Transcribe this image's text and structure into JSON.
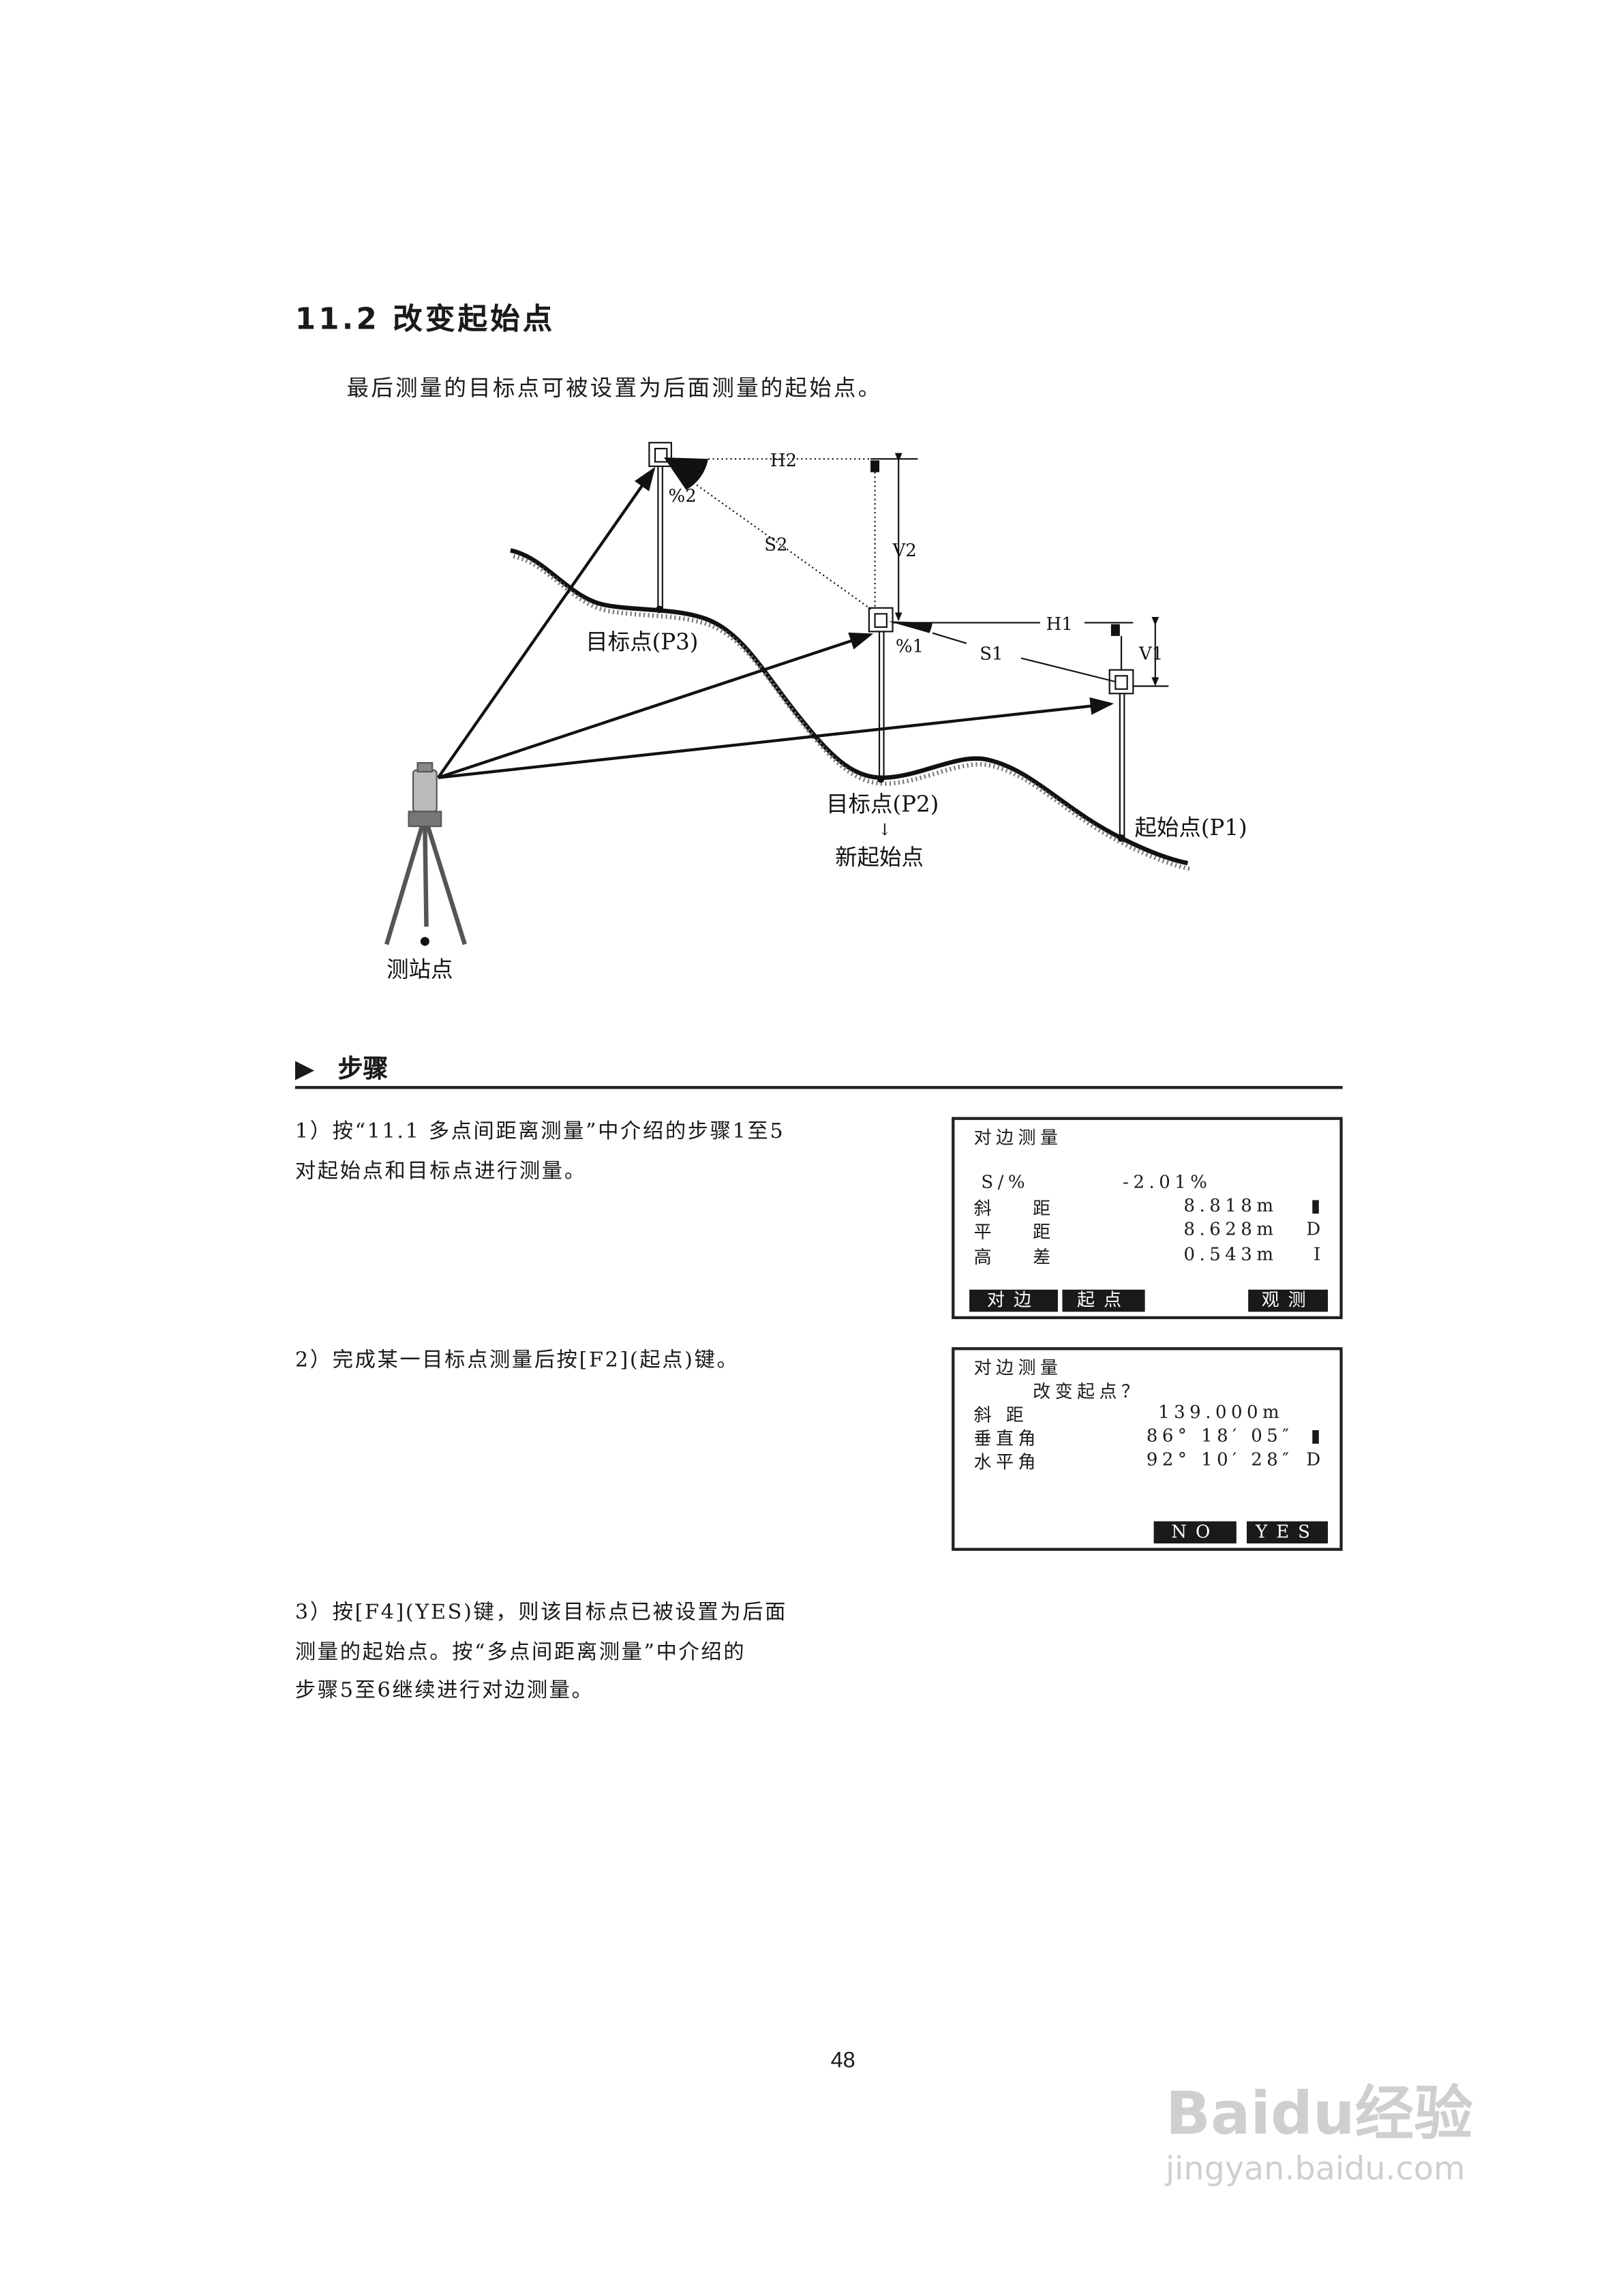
{
  "section_title": "11.2 改变起始点",
  "intro": "最后测量的目标点可被设置为后面测量的起始点。",
  "diagram": {
    "labels": {
      "h2": "H2",
      "v2": "V2",
      "s2": "S2",
      "pct2": "%2",
      "h1": "H1",
      "v1": "V1",
      "s1": "S1",
      "pct1": "%1",
      "p3": "目标点(P3)",
      "p2": "目标点(P2)",
      "p2_arrow": "↓",
      "new_start": "新起始点",
      "p1": "起始点(P1)",
      "station": "测站点"
    }
  },
  "steps_heading": {
    "marker": "▶",
    "label": "步骤"
  },
  "steps": [
    {
      "lines": [
        "1）按“11.1 多点间距离测量”中介绍的步骤1至5",
        "对起始点和目标点进行测量。"
      ]
    },
    {
      "lines": [
        "2）完成某一目标点测量后按[F2](起点)键。"
      ]
    },
    {
      "lines": [
        "3）按[F4](YES)键，则该目标点已被设置为后面",
        "测量的起始点。按“多点间距离测量”中介绍的",
        "步骤5至6继续进行对边测量。"
      ]
    }
  ],
  "screen1": {
    "title": "对边测量",
    "slope_label": "S/%",
    "slope_value": "-2.01%",
    "rows": [
      {
        "label_a": "斜",
        "label_b": "距",
        "value": "8.818m",
        "icon": "battery-icon"
      },
      {
        "label_a": "平",
        "label_b": "距",
        "value": "8.628m",
        "icon": "signal-meter-icon"
      },
      {
        "label_a": "高",
        "label_b": "差",
        "value": "0.543m",
        "icon": "cursor-i-icon"
      }
    ],
    "softkeys": [
      "对边",
      "起点",
      "观测"
    ]
  },
  "screen2": {
    "title": "对边测量",
    "prompt": "改变起点？",
    "rows": [
      {
        "label": "斜    距",
        "value": "139.000m"
      },
      {
        "label": "垂直角",
        "value": "86° 18′ 05″",
        "icon": "battery-icon"
      },
      {
        "label": "水平角",
        "value": "92° 10′ 28″",
        "icon": "signal-meter-icon"
      }
    ],
    "softkeys": [
      "NO",
      "YES"
    ]
  },
  "page_number": "48",
  "watermark": {
    "brand": "Baidu经验",
    "url": "jingyan.baidu.com"
  }
}
